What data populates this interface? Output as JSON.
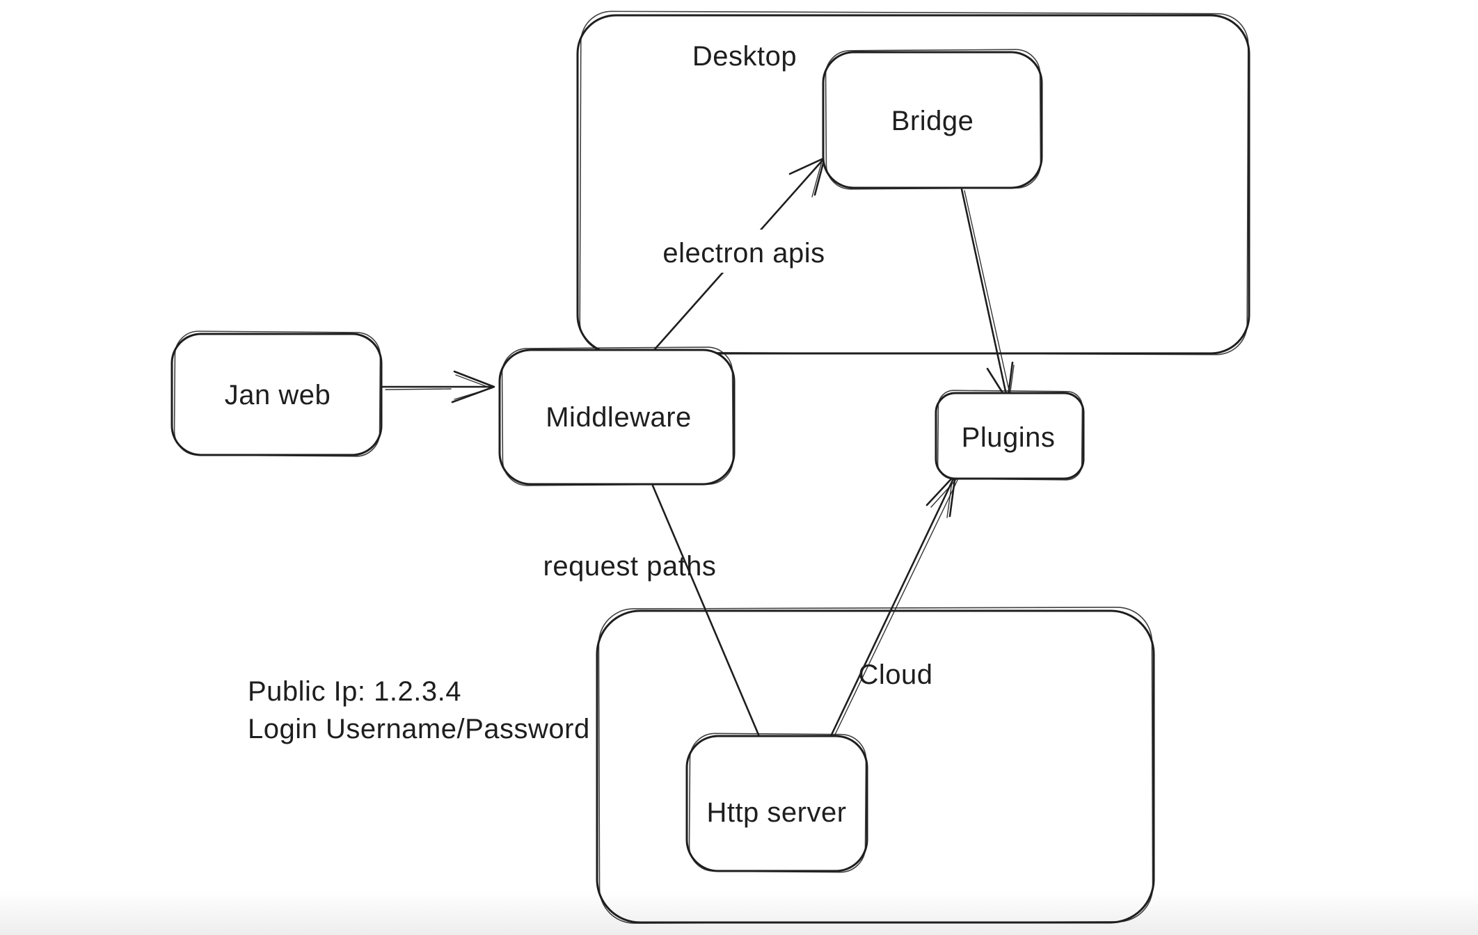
{
  "colors": {
    "ink": "#1e1e1e",
    "background": "#ffffff"
  },
  "diagram": {
    "containers": [
      {
        "id": "desktop",
        "label": "Desktop"
      },
      {
        "id": "cloud",
        "label": "Cloud"
      }
    ],
    "nodes": [
      {
        "id": "jan-web",
        "label": "Jan web"
      },
      {
        "id": "middleware",
        "label": "Middleware"
      },
      {
        "id": "bridge",
        "label": "Bridge"
      },
      {
        "id": "plugins",
        "label": "Plugins"
      },
      {
        "id": "http-server",
        "label": "Http server"
      }
    ],
    "edges": [
      {
        "from": "Jan web",
        "to": "Middleware",
        "label": ""
      },
      {
        "from": "Middleware",
        "to": "Bridge",
        "label": "electron apis"
      },
      {
        "from": "Bridge",
        "to": "Plugins",
        "label": ""
      },
      {
        "from": "Middleware",
        "to": "Http server",
        "label": "request paths"
      },
      {
        "from": "Http server",
        "to": "Plugins",
        "label": ""
      }
    ],
    "annotations": [
      "Public Ip: 1.2.3.4",
      "Login Username/Password"
    ]
  }
}
